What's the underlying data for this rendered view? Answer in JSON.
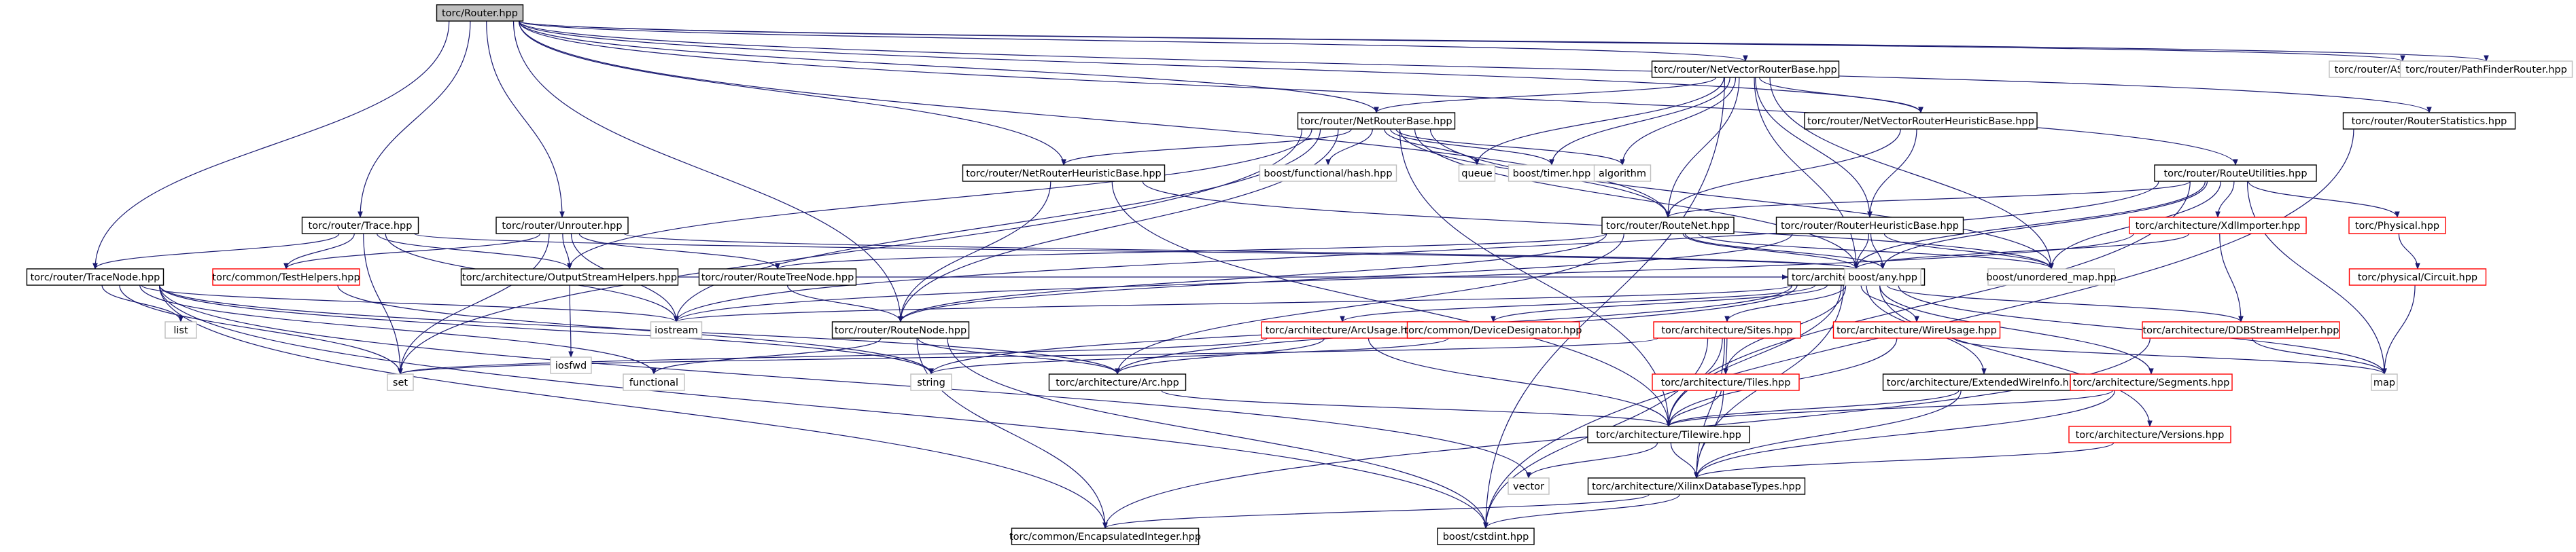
{
  "colors": {
    "edge": "#191970",
    "file_border": "#000000",
    "missing_border": "#ff0000",
    "external_border": "#bfbfbf",
    "current_fill": "#bfbfbf"
  },
  "nodes": [
    {
      "id": "router",
      "label": "torc/Router.hpp",
      "kind": "current"
    },
    {
      "id": "nvrb",
      "label": "torc/router/NetVectorRouterBase.hpp",
      "kind": "file"
    },
    {
      "id": "astar",
      "label": "torc/router/AStarRouter.hpp",
      "kind": "external"
    },
    {
      "id": "pathfinder",
      "label": "torc/router/PathFinderRouter.hpp",
      "kind": "external"
    },
    {
      "id": "nrb",
      "label": "torc/router/NetRouterBase.hpp",
      "kind": "file"
    },
    {
      "id": "nvrhb",
      "label": "torc/router/NetVectorRouterHeuristicBase.hpp",
      "kind": "file"
    },
    {
      "id": "rstats",
      "label": "torc/router/RouterStatistics.hpp",
      "kind": "file"
    },
    {
      "id": "rutil",
      "label": "torc/router/RouteUtilities.hpp",
      "kind": "file"
    },
    {
      "id": "nrhb",
      "label": "torc/router/NetRouterHeuristicBase.hpp",
      "kind": "file"
    },
    {
      "id": "bfh",
      "label": "boost/functional/hash.hpp",
      "kind": "external"
    },
    {
      "id": "queue",
      "label": "queue",
      "kind": "external"
    },
    {
      "id": "btimer",
      "label": "boost/timer.hpp",
      "kind": "external"
    },
    {
      "id": "algorithm",
      "label": "algorithm",
      "kind": "external"
    },
    {
      "id": "trace",
      "label": "torc/router/Trace.hpp",
      "kind": "file"
    },
    {
      "id": "unrouter",
      "label": "torc/router/Unrouter.hpp",
      "kind": "file"
    },
    {
      "id": "routenet",
      "label": "torc/router/RouteNet.hpp",
      "kind": "file"
    },
    {
      "id": "rhb",
      "label": "torc/router/RouterHeuristicBase.hpp",
      "kind": "file"
    },
    {
      "id": "xdl",
      "label": "torc/architecture/XdlImporter.hpp",
      "kind": "missing"
    },
    {
      "id": "physical",
      "label": "torc/Physical.hpp",
      "kind": "missing"
    },
    {
      "id": "tracenode",
      "label": "torc/router/TraceNode.hpp",
      "kind": "file"
    },
    {
      "id": "testhelpers",
      "label": "torc/common/TestHelpers.hpp",
      "kind": "missing"
    },
    {
      "id": "osh",
      "label": "torc/architecture/OutputStreamHelpers.hpp",
      "kind": "file"
    },
    {
      "id": "rtn",
      "label": "torc/router/RouteTreeNode.hpp",
      "kind": "file"
    },
    {
      "id": "ddb",
      "label": "torc/architecture/DDB.hpp",
      "kind": "file"
    },
    {
      "id": "bany",
      "label": "boost/any.hpp",
      "kind": "external"
    },
    {
      "id": "bumap",
      "label": "boost/unordered_map.hpp",
      "kind": "external"
    },
    {
      "id": "pcircuit",
      "label": "torc/physical/Circuit.hpp",
      "kind": "missing"
    },
    {
      "id": "iostream",
      "label": "iostream",
      "kind": "external"
    },
    {
      "id": "list",
      "label": "list",
      "kind": "external"
    },
    {
      "id": "iosfwd",
      "label": "iosfwd",
      "kind": "external"
    },
    {
      "id": "routenode",
      "label": "torc/router/RouteNode.hpp",
      "kind": "file"
    },
    {
      "id": "arcusage",
      "label": "torc/architecture/ArcUsage.hpp",
      "kind": "missing"
    },
    {
      "id": "devdes",
      "label": "torc/common/DeviceDesignator.hpp",
      "kind": "missing"
    },
    {
      "id": "sites",
      "label": "torc/architecture/Sites.hpp",
      "kind": "missing"
    },
    {
      "id": "wireusage",
      "label": "torc/architecture/WireUsage.hpp",
      "kind": "missing"
    },
    {
      "id": "ddbsh",
      "label": "torc/architecture/DDBStreamHelper.hpp",
      "kind": "missing"
    },
    {
      "id": "set",
      "label": "set",
      "kind": "external"
    },
    {
      "id": "functional",
      "label": "functional",
      "kind": "external"
    },
    {
      "id": "string",
      "label": "string",
      "kind": "external"
    },
    {
      "id": "arc",
      "label": "torc/architecture/Arc.hpp",
      "kind": "file"
    },
    {
      "id": "tiles",
      "label": "torc/architecture/Tiles.hpp",
      "kind": "missing"
    },
    {
      "id": "ewi",
      "label": "torc/architecture/ExtendedWireInfo.hpp",
      "kind": "file"
    },
    {
      "id": "segments",
      "label": "torc/architecture/Segments.hpp",
      "kind": "missing"
    },
    {
      "id": "map",
      "label": "map",
      "kind": "external"
    },
    {
      "id": "tilewire",
      "label": "torc/architecture/Tilewire.hpp",
      "kind": "file"
    },
    {
      "id": "versions",
      "label": "torc/architecture/Versions.hpp",
      "kind": "missing"
    },
    {
      "id": "vector",
      "label": "vector",
      "kind": "external"
    },
    {
      "id": "xdt",
      "label": "torc/architecture/XilinxDatabaseTypes.hpp",
      "kind": "file"
    },
    {
      "id": "encint",
      "label": "torc/common/EncapsulatedInteger.hpp",
      "kind": "file"
    },
    {
      "id": "cstdint",
      "label": "boost/cstdint.hpp",
      "kind": "file"
    }
  ],
  "edges": [
    [
      "router",
      "nvrb"
    ],
    [
      "router",
      "astar"
    ],
    [
      "router",
      "pathfinder"
    ],
    [
      "router",
      "nrb"
    ],
    [
      "router",
      "nvrhb"
    ],
    [
      "router",
      "rstats"
    ],
    [
      "router",
      "rutil"
    ],
    [
      "router",
      "nrhb"
    ],
    [
      "router",
      "trace"
    ],
    [
      "router",
      "unrouter"
    ],
    [
      "router",
      "tracenode"
    ],
    [
      "router",
      "routenode"
    ],
    [
      "router",
      "routenet"
    ],
    [
      "nvrb",
      "nrb"
    ],
    [
      "nvrb",
      "nvrhb"
    ],
    [
      "nvrb",
      "queue"
    ],
    [
      "nvrb",
      "btimer"
    ],
    [
      "nvrb",
      "algorithm"
    ],
    [
      "nvrb",
      "routenet"
    ],
    [
      "nvrb",
      "ddb"
    ],
    [
      "nvrb",
      "bumap"
    ],
    [
      "nvrb",
      "cstdint"
    ],
    [
      "nvrb",
      "rhb"
    ],
    [
      "nrb",
      "nrhb"
    ],
    [
      "nrb",
      "bfh"
    ],
    [
      "nrb",
      "queue"
    ],
    [
      "nrb",
      "btimer"
    ],
    [
      "nrb",
      "algorithm"
    ],
    [
      "nrb",
      "routenet"
    ],
    [
      "nrb",
      "ddb"
    ],
    [
      "nrb",
      "routenode"
    ],
    [
      "nrb",
      "iostream"
    ],
    [
      "nrb",
      "osh"
    ],
    [
      "nrb",
      "set"
    ],
    [
      "nrb",
      "tilewire"
    ],
    [
      "nrb",
      "bumap"
    ],
    [
      "nvrhb",
      "rhb"
    ],
    [
      "nvrhb",
      "routenet"
    ],
    [
      "rstats",
      "cstdint"
    ],
    [
      "rutil",
      "routenet"
    ],
    [
      "rutil",
      "ddb"
    ],
    [
      "rutil",
      "xdl"
    ],
    [
      "rutil",
      "physical"
    ],
    [
      "rutil",
      "bany"
    ],
    [
      "rutil",
      "bumap"
    ],
    [
      "rutil",
      "map"
    ],
    [
      "rutil",
      "iostream"
    ],
    [
      "rutil",
      "tilewire"
    ],
    [
      "nrhb",
      "routenode"
    ],
    [
      "nrhb",
      "tilewire"
    ],
    [
      "nrhb",
      "bumap"
    ],
    [
      "trace",
      "tracenode"
    ],
    [
      "trace",
      "testhelpers"
    ],
    [
      "trace",
      "osh"
    ],
    [
      "trace",
      "iostream"
    ],
    [
      "trace",
      "set"
    ],
    [
      "trace",
      "ddb"
    ],
    [
      "unrouter",
      "testhelpers"
    ],
    [
      "unrouter",
      "osh"
    ],
    [
      "unrouter",
      "rtn"
    ],
    [
      "unrouter",
      "ddb"
    ],
    [
      "unrouter",
      "iostream"
    ],
    [
      "unrouter",
      "set"
    ],
    [
      "routenet",
      "ddb"
    ],
    [
      "routenet",
      "routenode"
    ],
    [
      "routenet",
      "bany"
    ],
    [
      "routenet",
      "bumap"
    ],
    [
      "routenet",
      "rtn"
    ],
    [
      "routenet",
      "arc"
    ],
    [
      "rhb",
      "ddb"
    ],
    [
      "rhb",
      "bany"
    ],
    [
      "rhb",
      "bumap"
    ],
    [
      "rhb",
      "routenode"
    ],
    [
      "xdl",
      "ddb"
    ],
    [
      "xdl",
      "ddbsh"
    ],
    [
      "xdl",
      "iostream"
    ],
    [
      "physical",
      "pcircuit"
    ],
    [
      "pcircuit",
      "map"
    ],
    [
      "tracenode",
      "list"
    ],
    [
      "tracenode",
      "iostream"
    ],
    [
      "tracenode",
      "set"
    ],
    [
      "tracenode",
      "functional"
    ],
    [
      "tracenode",
      "string"
    ],
    [
      "tracenode",
      "vector"
    ],
    [
      "tracenode",
      "arc"
    ],
    [
      "tracenode",
      "encint"
    ],
    [
      "tracenode",
      "cstdint"
    ],
    [
      "testhelpers",
      "string"
    ],
    [
      "osh",
      "iosfwd"
    ],
    [
      "osh",
      "ddb"
    ],
    [
      "rtn",
      "routenode"
    ],
    [
      "ddb",
      "arcusage"
    ],
    [
      "ddb",
      "devdes"
    ],
    [
      "ddb",
      "sites"
    ],
    [
      "ddb",
      "wireusage"
    ],
    [
      "ddb",
      "ddbsh"
    ],
    [
      "ddb",
      "tiles"
    ],
    [
      "ddb",
      "ewi"
    ],
    [
      "ddb",
      "segments"
    ],
    [
      "ddb",
      "versions"
    ],
    [
      "ddb",
      "iostream"
    ],
    [
      "ddb",
      "string"
    ],
    [
      "ddb",
      "map"
    ],
    [
      "ddb",
      "arc"
    ],
    [
      "ddb",
      "tilewire"
    ],
    [
      "ddb",
      "xdt"
    ],
    [
      "routenode",
      "arc"
    ],
    [
      "routenode",
      "functional"
    ],
    [
      "routenode",
      "encint"
    ],
    [
      "routenode",
      "cstdint"
    ],
    [
      "arcusage",
      "tilewire"
    ],
    [
      "arcusage",
      "arc"
    ],
    [
      "arcusage",
      "set"
    ],
    [
      "devdes",
      "string"
    ],
    [
      "sites",
      "set"
    ],
    [
      "sites",
      "tiles"
    ],
    [
      "sites",
      "tilewire"
    ],
    [
      "sites",
      "cstdint"
    ],
    [
      "sites",
      "xdt"
    ],
    [
      "wireusage",
      "tilewire"
    ],
    [
      "wireusage",
      "map"
    ],
    [
      "ddbsh",
      "map"
    ],
    [
      "ddbsh",
      "encint"
    ],
    [
      "arc",
      "tilewire"
    ],
    [
      "tiles",
      "tilewire"
    ],
    [
      "tiles",
      "xdt"
    ],
    [
      "ewi",
      "tilewire"
    ],
    [
      "ewi",
      "xdt"
    ],
    [
      "segments",
      "tilewire"
    ],
    [
      "segments",
      "xdt"
    ],
    [
      "versions",
      "xdt"
    ],
    [
      "tilewire",
      "vector"
    ],
    [
      "tilewire",
      "xdt"
    ],
    [
      "xdt",
      "encint"
    ],
    [
      "xdt",
      "cstdint"
    ]
  ]
}
